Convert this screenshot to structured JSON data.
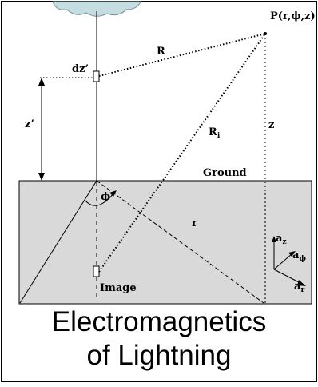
{
  "diagram": {
    "point_label": "P(r,ϕ,z)",
    "R_label": "R",
    "dz_label": "dz’",
    "Ri_main": "R",
    "Ri_sub": "i",
    "z_label": "z",
    "zprime_label": "z’",
    "ground_label": "Ground",
    "phi_label": "ϕ",
    "r_label": "r",
    "image_label": "Image",
    "az_main": "a",
    "az_sub": "z",
    "aphi_main": "a",
    "aphi_sub": "ϕ",
    "ar_main": "a",
    "ar_sub": "r",
    "ground_color": "#d9d9d9",
    "cloud_color": "#c4dde0"
  },
  "caption": {
    "line1": "Electromagnetics",
    "line2": "of Lightning"
  }
}
